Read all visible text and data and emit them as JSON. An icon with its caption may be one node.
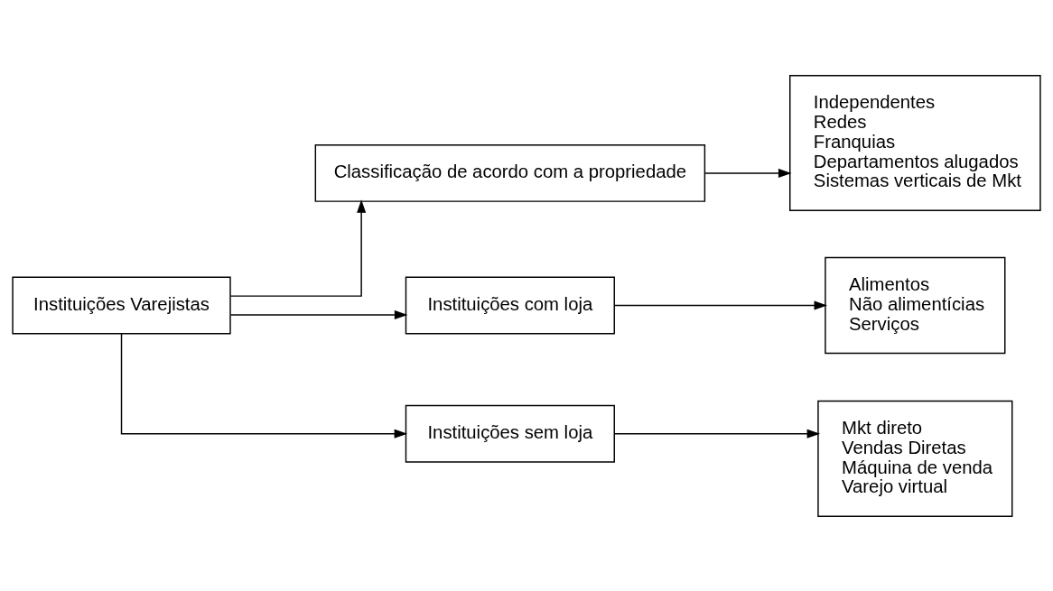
{
  "diagram": {
    "nodes": [
      {
        "text": [
          "Instituições Varejistas"
        ]
      },
      {
        "text": [
          "Classificação de acordo com a propriedade"
        ]
      },
      {
        "text": [
          "Instituições com loja"
        ]
      },
      {
        "text": [
          "Instituições sem loja"
        ]
      },
      {
        "text": [
          "Independentes",
          "Redes",
          "Franquias",
          "Departamentos alugados",
          "Sistemas verticais de Mkt"
        ]
      },
      {
        "text": [
          "Alimentos",
          "Não alimentícias",
          "Serviços"
        ]
      },
      {
        "text": [
          "Mkt direto",
          "Vendas Diretas",
          "Máquina de venda",
          "Varejo virtual"
        ]
      }
    ],
    "edges": [
      {
        "from": 0,
        "to": 1,
        "arrow": "to"
      },
      {
        "from": 0,
        "to": 2,
        "arrow": "to"
      },
      {
        "from": 0,
        "to": 3,
        "arrow": "to"
      },
      {
        "from": 1,
        "to": 4,
        "arrow": "to"
      },
      {
        "from": 2,
        "to": 5,
        "arrow": "to"
      },
      {
        "from": 3,
        "to": 6,
        "arrow": "to"
      }
    ]
  }
}
